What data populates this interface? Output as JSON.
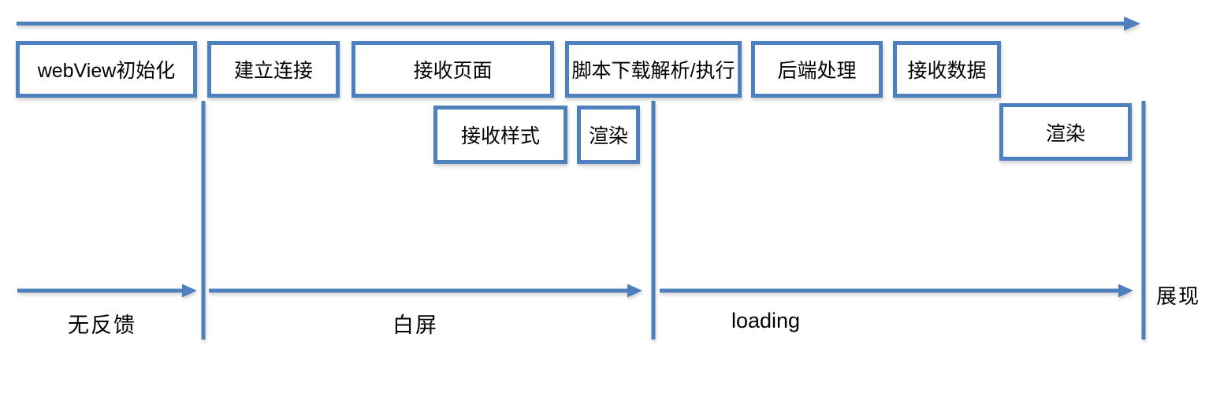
{
  "colors": {
    "accent": "#4d80bd",
    "text": "#000000",
    "background": "#ffffff"
  },
  "timeline": {
    "stages": [
      {
        "label": "webView初始化"
      },
      {
        "label": "建立连接"
      },
      {
        "label": "接收页面"
      },
      {
        "label": "脚本下载解析/执行"
      },
      {
        "label": "后端处理"
      },
      {
        "label": "接收数据"
      }
    ],
    "substages": [
      {
        "label": "接收样式"
      },
      {
        "label": "渲染"
      },
      {
        "label": "渲染"
      }
    ],
    "phases": [
      {
        "label": "无反馈"
      },
      {
        "label": "白屏"
      },
      {
        "label": "loading"
      }
    ],
    "end_label": "展现"
  }
}
